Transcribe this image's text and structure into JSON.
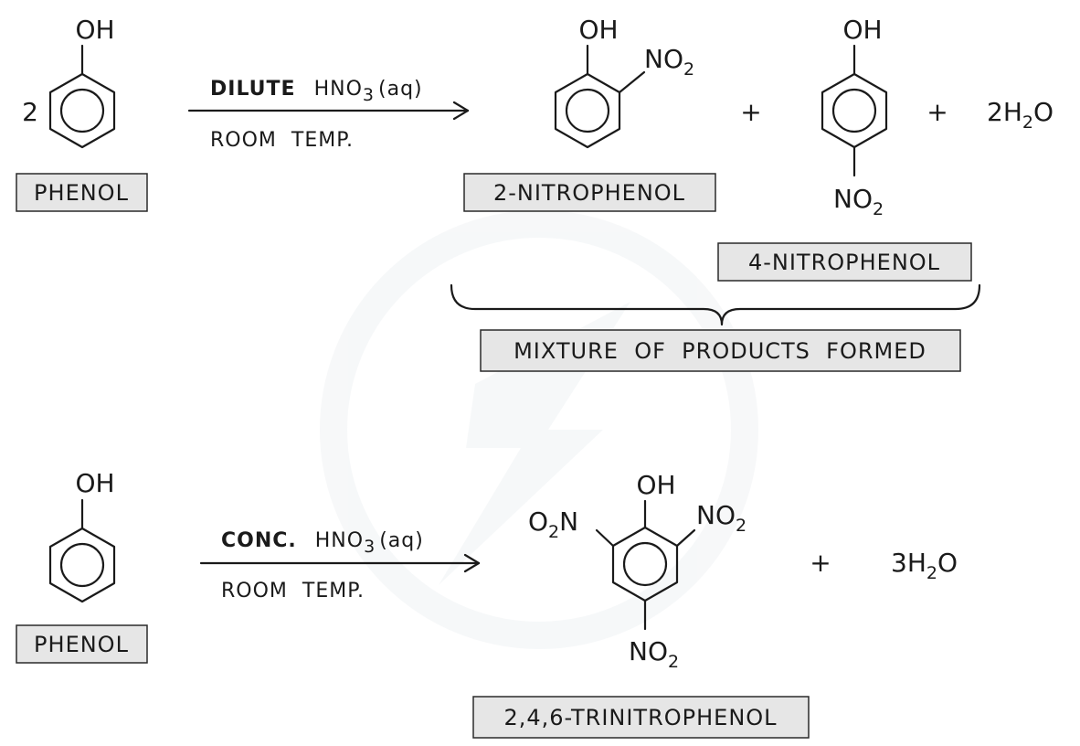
{
  "reaction1": {
    "coefficient": "2",
    "reactant": {
      "oh": "OH",
      "label": "PHENOL"
    },
    "condition_bold": "DILUTE",
    "reagent_main": "HNO",
    "reagent_sub": "3",
    "reagent_state": "(aq)",
    "condition2": "ROOM  TEMP.",
    "product1": {
      "oh": "OH",
      "group_main": "NO",
      "group_sub": "2",
      "label": "2-NITROPHENOL"
    },
    "plus1": "+",
    "product2": {
      "oh": "OH",
      "group_main": "NO",
      "group_sub": "2",
      "label": "4-NITROPHENOL"
    },
    "plus2": "+",
    "water": {
      "coef": "2H",
      "sub": "2",
      "end": "O"
    },
    "mixture_label": "MIXTURE  OF  PRODUCTS  FORMED"
  },
  "reaction2": {
    "reactant": {
      "oh": "OH",
      "label": "PHENOL"
    },
    "condition_bold": "CONC.",
    "reagent_main": "HNO",
    "reagent_sub": "3",
    "reagent_state": "(aq)",
    "condition2": "ROOM  TEMP.",
    "product": {
      "oh": "OH",
      "left_o": "O",
      "left_sub": "2",
      "left_n": "N",
      "right_main": "NO",
      "right_sub": "2",
      "bottom_main": "NO",
      "bottom_sub": "2",
      "label": "2,4,6-TRINITROPHENOL"
    },
    "plus": "+",
    "water": {
      "coef": "3H",
      "sub": "2",
      "end": "O"
    }
  }
}
